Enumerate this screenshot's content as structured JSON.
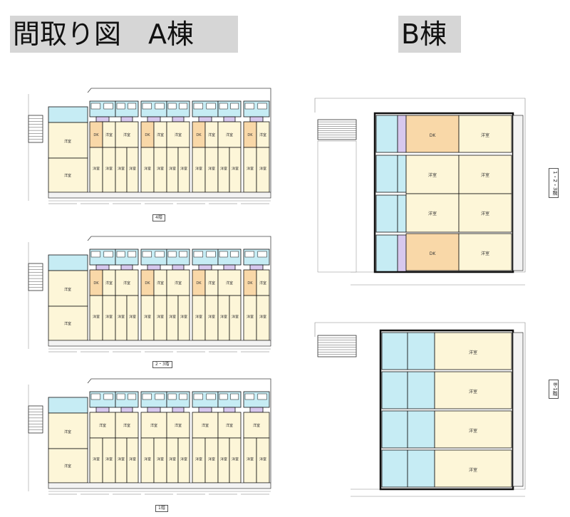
{
  "titles": {
    "a": "間取り図　A棟",
    "b": "B棟"
  },
  "building_a": {
    "floor4_label": "4階",
    "floor23_label": "2・3階",
    "floor1_label": "1階"
  },
  "building_b": {
    "upper_label": "1・2・3階",
    "lower_label": "B-1階"
  },
  "room_labels": {
    "dk": "DK",
    "western": "洋室"
  },
  "colors": {
    "dk_fill": "#f9d8a8",
    "room_fill": "#fdf6d8",
    "wet_fill": "#c6ecf4",
    "closet_fill": "#d7c8ee",
    "wall": "#111111",
    "balcony": "#f3f3f3"
  }
}
